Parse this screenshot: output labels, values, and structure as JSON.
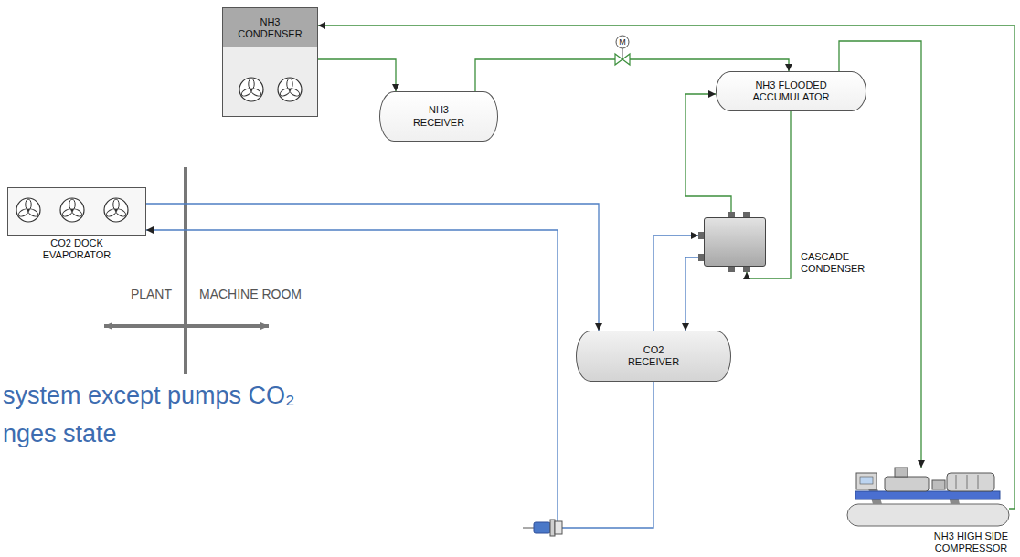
{
  "diagram": {
    "nodes": [
      {
        "text": [
          "NH3 CONDENSER"
        ]
      },
      {
        "text": [
          "NH3 RECEIVER"
        ]
      },
      {
        "text": [
          "NH3 FLOODED ACCUMULATOR"
        ]
      },
      {
        "text": [
          "CO2 DOCK EVAPORATOR"
        ]
      },
      {
        "text": [
          "CASCADE CONDENSER"
        ]
      },
      {
        "text": [
          "CO2 RECEIVER"
        ]
      },
      {
        "text": [
          "NH3 HIGH SIDE COMPRESSOR"
        ]
      }
    ],
    "edges": [
      {
        "from": 6,
        "to": 0,
        "arrow": "to"
      },
      {
        "from": 0,
        "to": 1,
        "arrow": "to"
      },
      {
        "from": 1,
        "to": 2,
        "arrow": "to"
      },
      {
        "from": 2,
        "to": 4,
        "arrow": "to"
      },
      {
        "from": 4,
        "to": 2,
        "arrow": "to"
      },
      {
        "from": 2,
        "to": 6,
        "arrow": "to"
      },
      {
        "from": 3,
        "to": 5,
        "arrow": "to"
      },
      {
        "from": 5,
        "to": 3,
        "arrow": "to"
      },
      {
        "from": 5,
        "to": 4,
        "arrow": "to"
      },
      {
        "from": 4,
        "to": 5,
        "arrow": "to"
      }
    ],
    "labels": [
      "M",
      "PLANT",
      "MACHINE ROOM",
      "system except pumps CO₂",
      "nges state"
    ]
  }
}
